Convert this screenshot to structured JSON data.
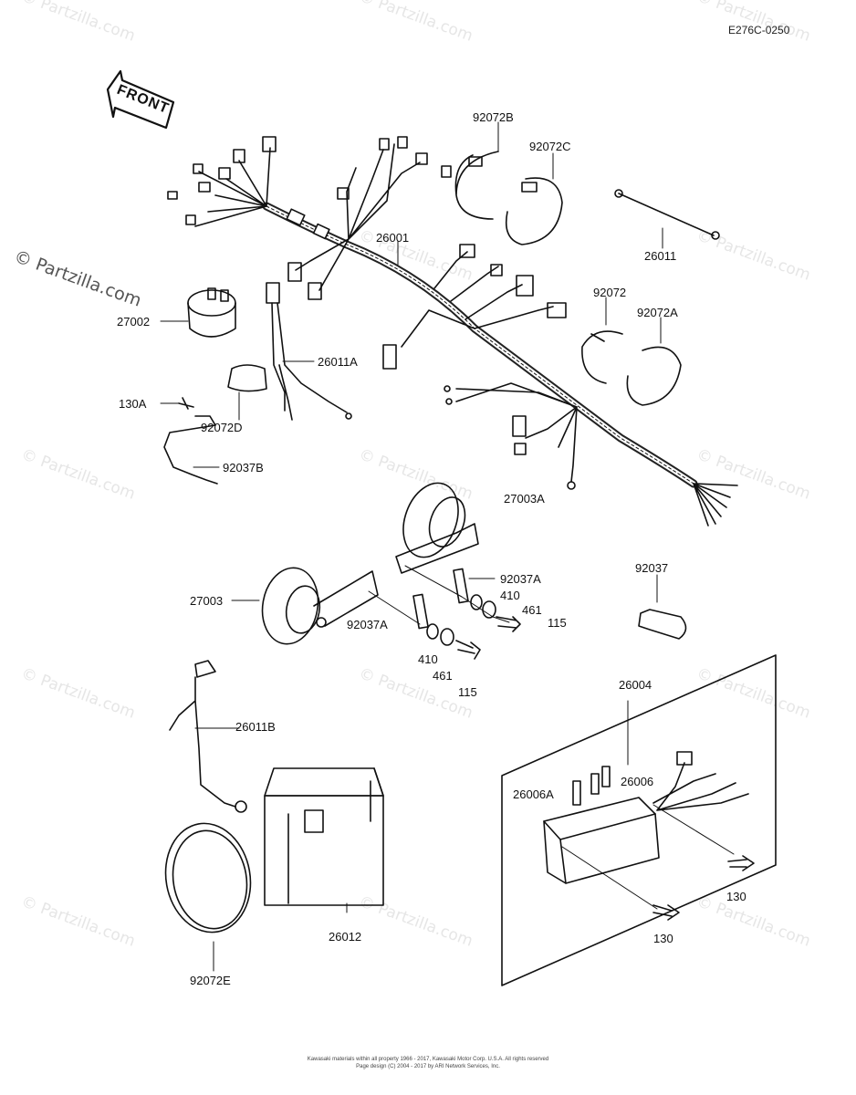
{
  "drawing_code": "E276C-0250",
  "front_label": "FRONT",
  "watermark": {
    "main": "© Partzilla.com",
    "tile": "© Partzilla.com"
  },
  "parts": {
    "p92072B": "92072B",
    "p92072C": "92072C",
    "p26011": "26011",
    "p26001": "26001",
    "p27002": "27002",
    "p92072": "92072",
    "p92072A": "92072A",
    "p26011A": "26011A",
    "p130A": "130A",
    "p92072D": "92072D",
    "p92037B": "92037B",
    "p27003A": "27003A",
    "p92037A_right": "92037A",
    "p410_right": "410",
    "p461_right": "461",
    "p115_right": "115",
    "p92037": "92037",
    "p27003": "27003",
    "p92037A_left": "92037A",
    "p410_left": "410",
    "p461_left": "461",
    "p115_left": "115",
    "p26004": "26004",
    "p26011B": "26011B",
    "p26006": "26006",
    "p26006A": "26006A",
    "p130_right": "130",
    "p130_bottom": "130",
    "p26012": "26012",
    "p92072E": "92072E"
  },
  "footer": {
    "line1": "Kawasaki materials within all property 1966 - 2017, Kawasaki Motor Corp. U.S.A.  All rights reserved",
    "line2": "Page design (C) 2004 - 2017 by ARI Network Services, Inc."
  }
}
